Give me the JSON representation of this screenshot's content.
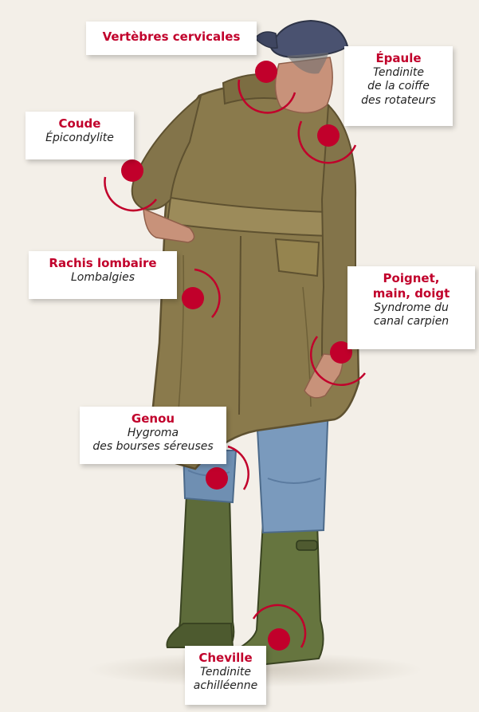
{
  "colors": {
    "accent": "#c1002b",
    "background": "#f3efe8"
  },
  "body_parts": [
    {
      "id": "cervicales",
      "title": "Vertèbres cervicales",
      "lines": []
    },
    {
      "id": "epaule",
      "title": "Épaule",
      "lines": [
        "Tendinite",
        "de la coiffe",
        "des rotateurs"
      ]
    },
    {
      "id": "coude",
      "title": "Coude",
      "lines": [
        "Épicondylite"
      ]
    },
    {
      "id": "lombaire",
      "title": "Rachis lombaire",
      "lines": [
        "Lombalgies"
      ]
    },
    {
      "id": "poignet",
      "title": "Poignet, main, doigt",
      "title_lines": [
        "Poignet,",
        "main, doigt"
      ],
      "lines": [
        "Syndrome du",
        "canal carpien"
      ]
    },
    {
      "id": "genou",
      "title": "Genou",
      "lines": [
        "Hygroma",
        "des bourses séreuses"
      ]
    },
    {
      "id": "cheville",
      "title": "Cheville",
      "lines": [
        "Tendinite",
        "achilléenne"
      ]
    }
  ]
}
